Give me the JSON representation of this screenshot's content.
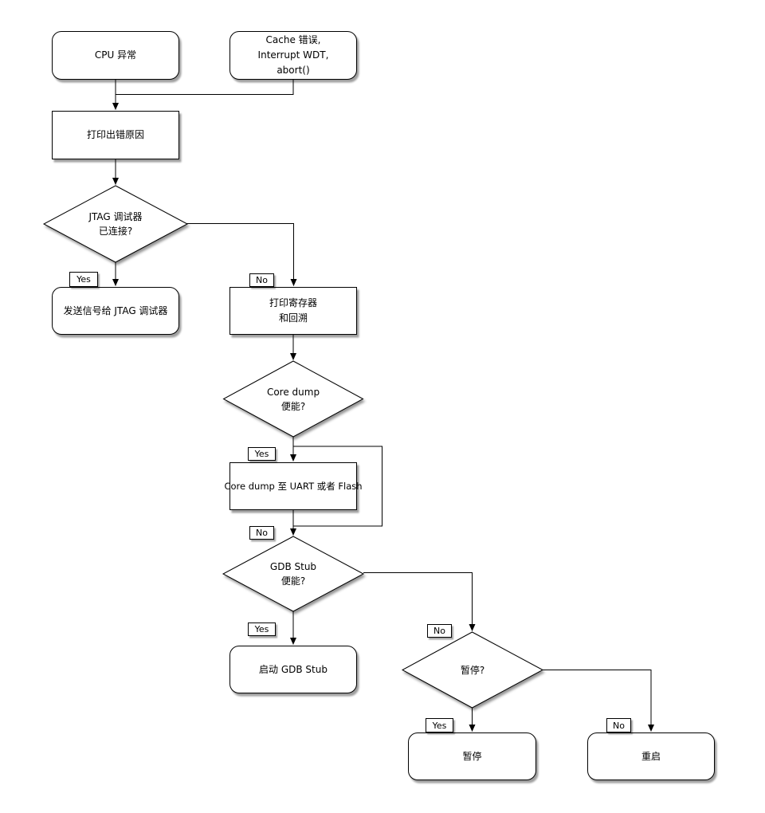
{
  "diagram_title": "",
  "colors": {
    "stroke": "#000000",
    "node_fill": "#ffffff",
    "background": "#ffffff"
  },
  "nodes": {
    "cpu_exception": {
      "label": "CPU 异常"
    },
    "cache_error": {
      "lines": [
        "Cache 错误,",
        "Interrupt WDT,",
        "abort()"
      ]
    },
    "print_cause": {
      "label": "打印出错原因"
    },
    "jtag_connected": {
      "lines": [
        "JTAG 调试器",
        "已连接?"
      ]
    },
    "send_jtag": {
      "label": "发送信号给 JTAG 调试器"
    },
    "print_registers": {
      "lines": [
        "打印寄存器",
        "和回溯"
      ]
    },
    "coredump_enabled": {
      "lines": [
        "Core dump",
        "便能?"
      ]
    },
    "coredump_uart": {
      "label": "Core dump 至 UART 或者 Flash"
    },
    "gdb_enabled": {
      "lines": [
        "GDB Stub",
        "便能?"
      ]
    },
    "start_gdb": {
      "label": "启动 GDB Stub"
    },
    "halt_question": {
      "label": "暂停?"
    },
    "halt": {
      "label": "暂停"
    },
    "reboot": {
      "label": "重启"
    }
  },
  "branches": {
    "jtag_yes": "Yes",
    "jtag_no": "No",
    "coredump_yes": "Yes",
    "coredump_no": "No",
    "gdb_yes": "Yes",
    "gdb_no": "No",
    "halt_yes": "Yes",
    "halt_no": "No"
  }
}
